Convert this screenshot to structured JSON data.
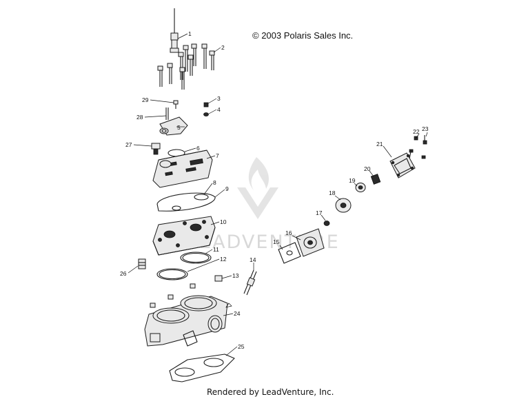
{
  "copyright": "© 2003 Polaris Sales Inc.",
  "footer": "Rendered by LeadVenture, Inc.",
  "watermark": {
    "text": "LEADVENTURE",
    "logo_icon": "leadventure-flame-logo",
    "color": "#d8d8d8"
  },
  "callouts": [
    {
      "id": "c1",
      "label": "1"
    },
    {
      "id": "c2",
      "label": "2"
    },
    {
      "id": "c3",
      "label": "3"
    },
    {
      "id": "c4",
      "label": "4"
    },
    {
      "id": "c5",
      "label": "5"
    },
    {
      "id": "c6",
      "label": "6"
    },
    {
      "id": "c7",
      "label": "7"
    },
    {
      "id": "c8",
      "label": "8"
    },
    {
      "id": "c9",
      "label": "9"
    },
    {
      "id": "c10",
      "label": "10"
    },
    {
      "id": "c11",
      "label": "11"
    },
    {
      "id": "c12",
      "label": "12"
    },
    {
      "id": "c13",
      "label": "13"
    },
    {
      "id": "c14",
      "label": "14"
    },
    {
      "id": "c15",
      "label": "15"
    },
    {
      "id": "c16",
      "label": "16"
    },
    {
      "id": "c17",
      "label": "17"
    },
    {
      "id": "c18",
      "label": "18"
    },
    {
      "id": "c19",
      "label": "19"
    },
    {
      "id": "c20",
      "label": "20"
    },
    {
      "id": "c21",
      "label": "21"
    },
    {
      "id": "c22",
      "label": "22"
    },
    {
      "id": "c23",
      "label": "23"
    },
    {
      "id": "c24",
      "label": "24"
    },
    {
      "id": "c25",
      "label": "25"
    },
    {
      "id": "c26",
      "label": "26"
    },
    {
      "id": "c27",
      "label": "27"
    },
    {
      "id": "c28",
      "label": "28"
    },
    {
      "id": "c29",
      "label": "29"
    }
  ]
}
